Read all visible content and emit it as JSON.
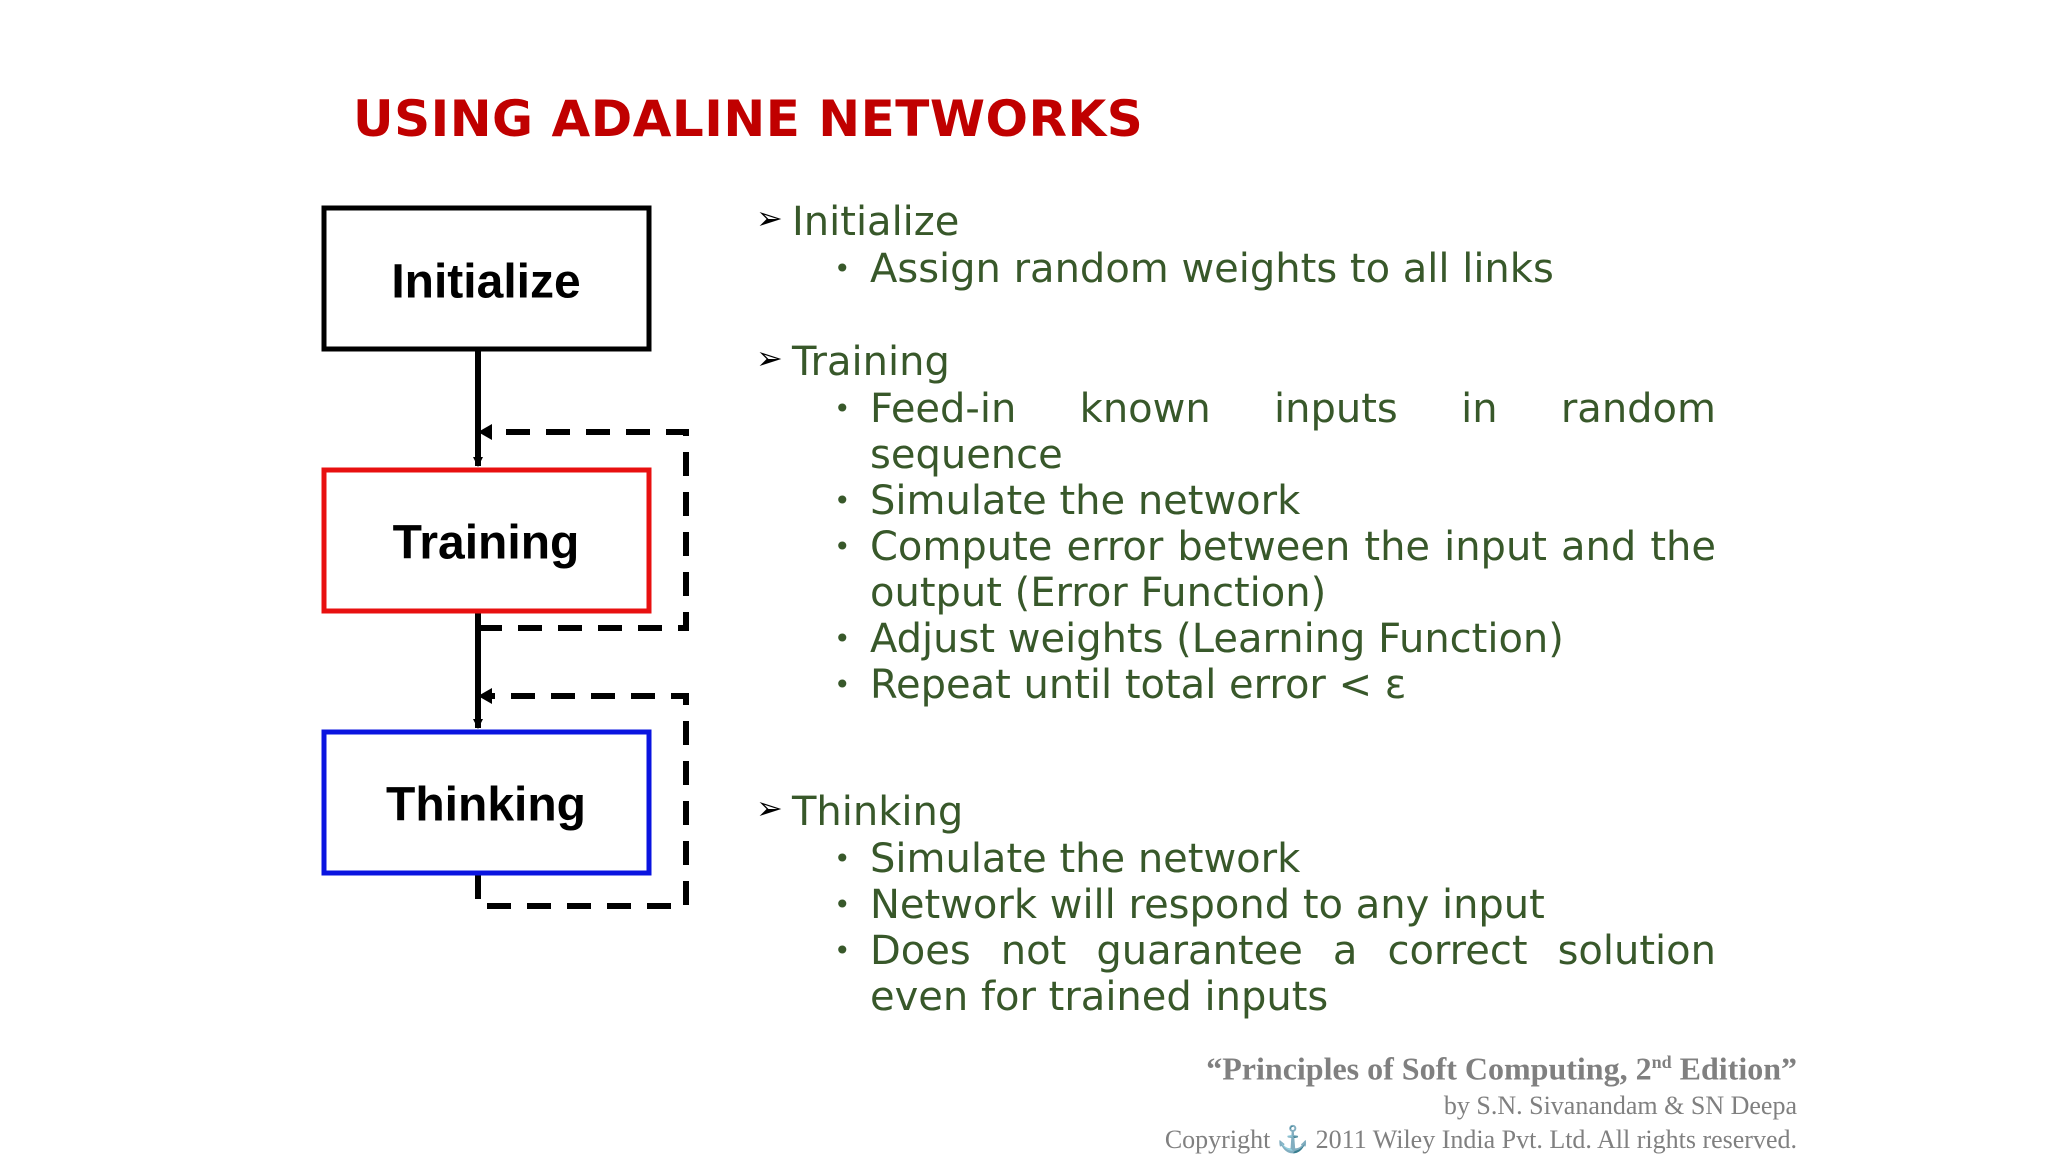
{
  "title": "USING ADALINE NETWORKS",
  "flowchart": {
    "boxes": [
      {
        "label": "Initialize",
        "border_color": "#000000"
      },
      {
        "label": "Training",
        "border_color": "#e81010"
      },
      {
        "label": "Thinking",
        "border_color": "#0a14e0"
      }
    ]
  },
  "sections": [
    {
      "heading": "Initialize",
      "bullets": [
        "Assign random weights to all links"
      ]
    },
    {
      "heading": "Training",
      "bullets": [
        "Feed-in known inputs in random sequence",
        "Simulate the network",
        "Compute error between the input and the output (Error Function)",
        "Adjust weights (Learning Function)",
        "Repeat until total error < ε"
      ]
    },
    {
      "heading": "Thinking",
      "bullets": [
        "Simulate the network",
        "Network will respond to any input",
        "Does not guarantee a correct solution even for trained inputs"
      ]
    }
  ],
  "footer": {
    "book_prefix": "“Principles of Soft Computing, 2",
    "book_sup": "nd",
    "book_suffix": " Edition”",
    "authors": "by S.N. Sivanandam & SN Deepa",
    "copyright": "Copyright ⚓ 2011 Wiley India Pvt. Ltd.  All rights reserved."
  },
  "colors": {
    "title": "#c00000",
    "content_text": "#38582a",
    "footer_text": "#808080"
  }
}
